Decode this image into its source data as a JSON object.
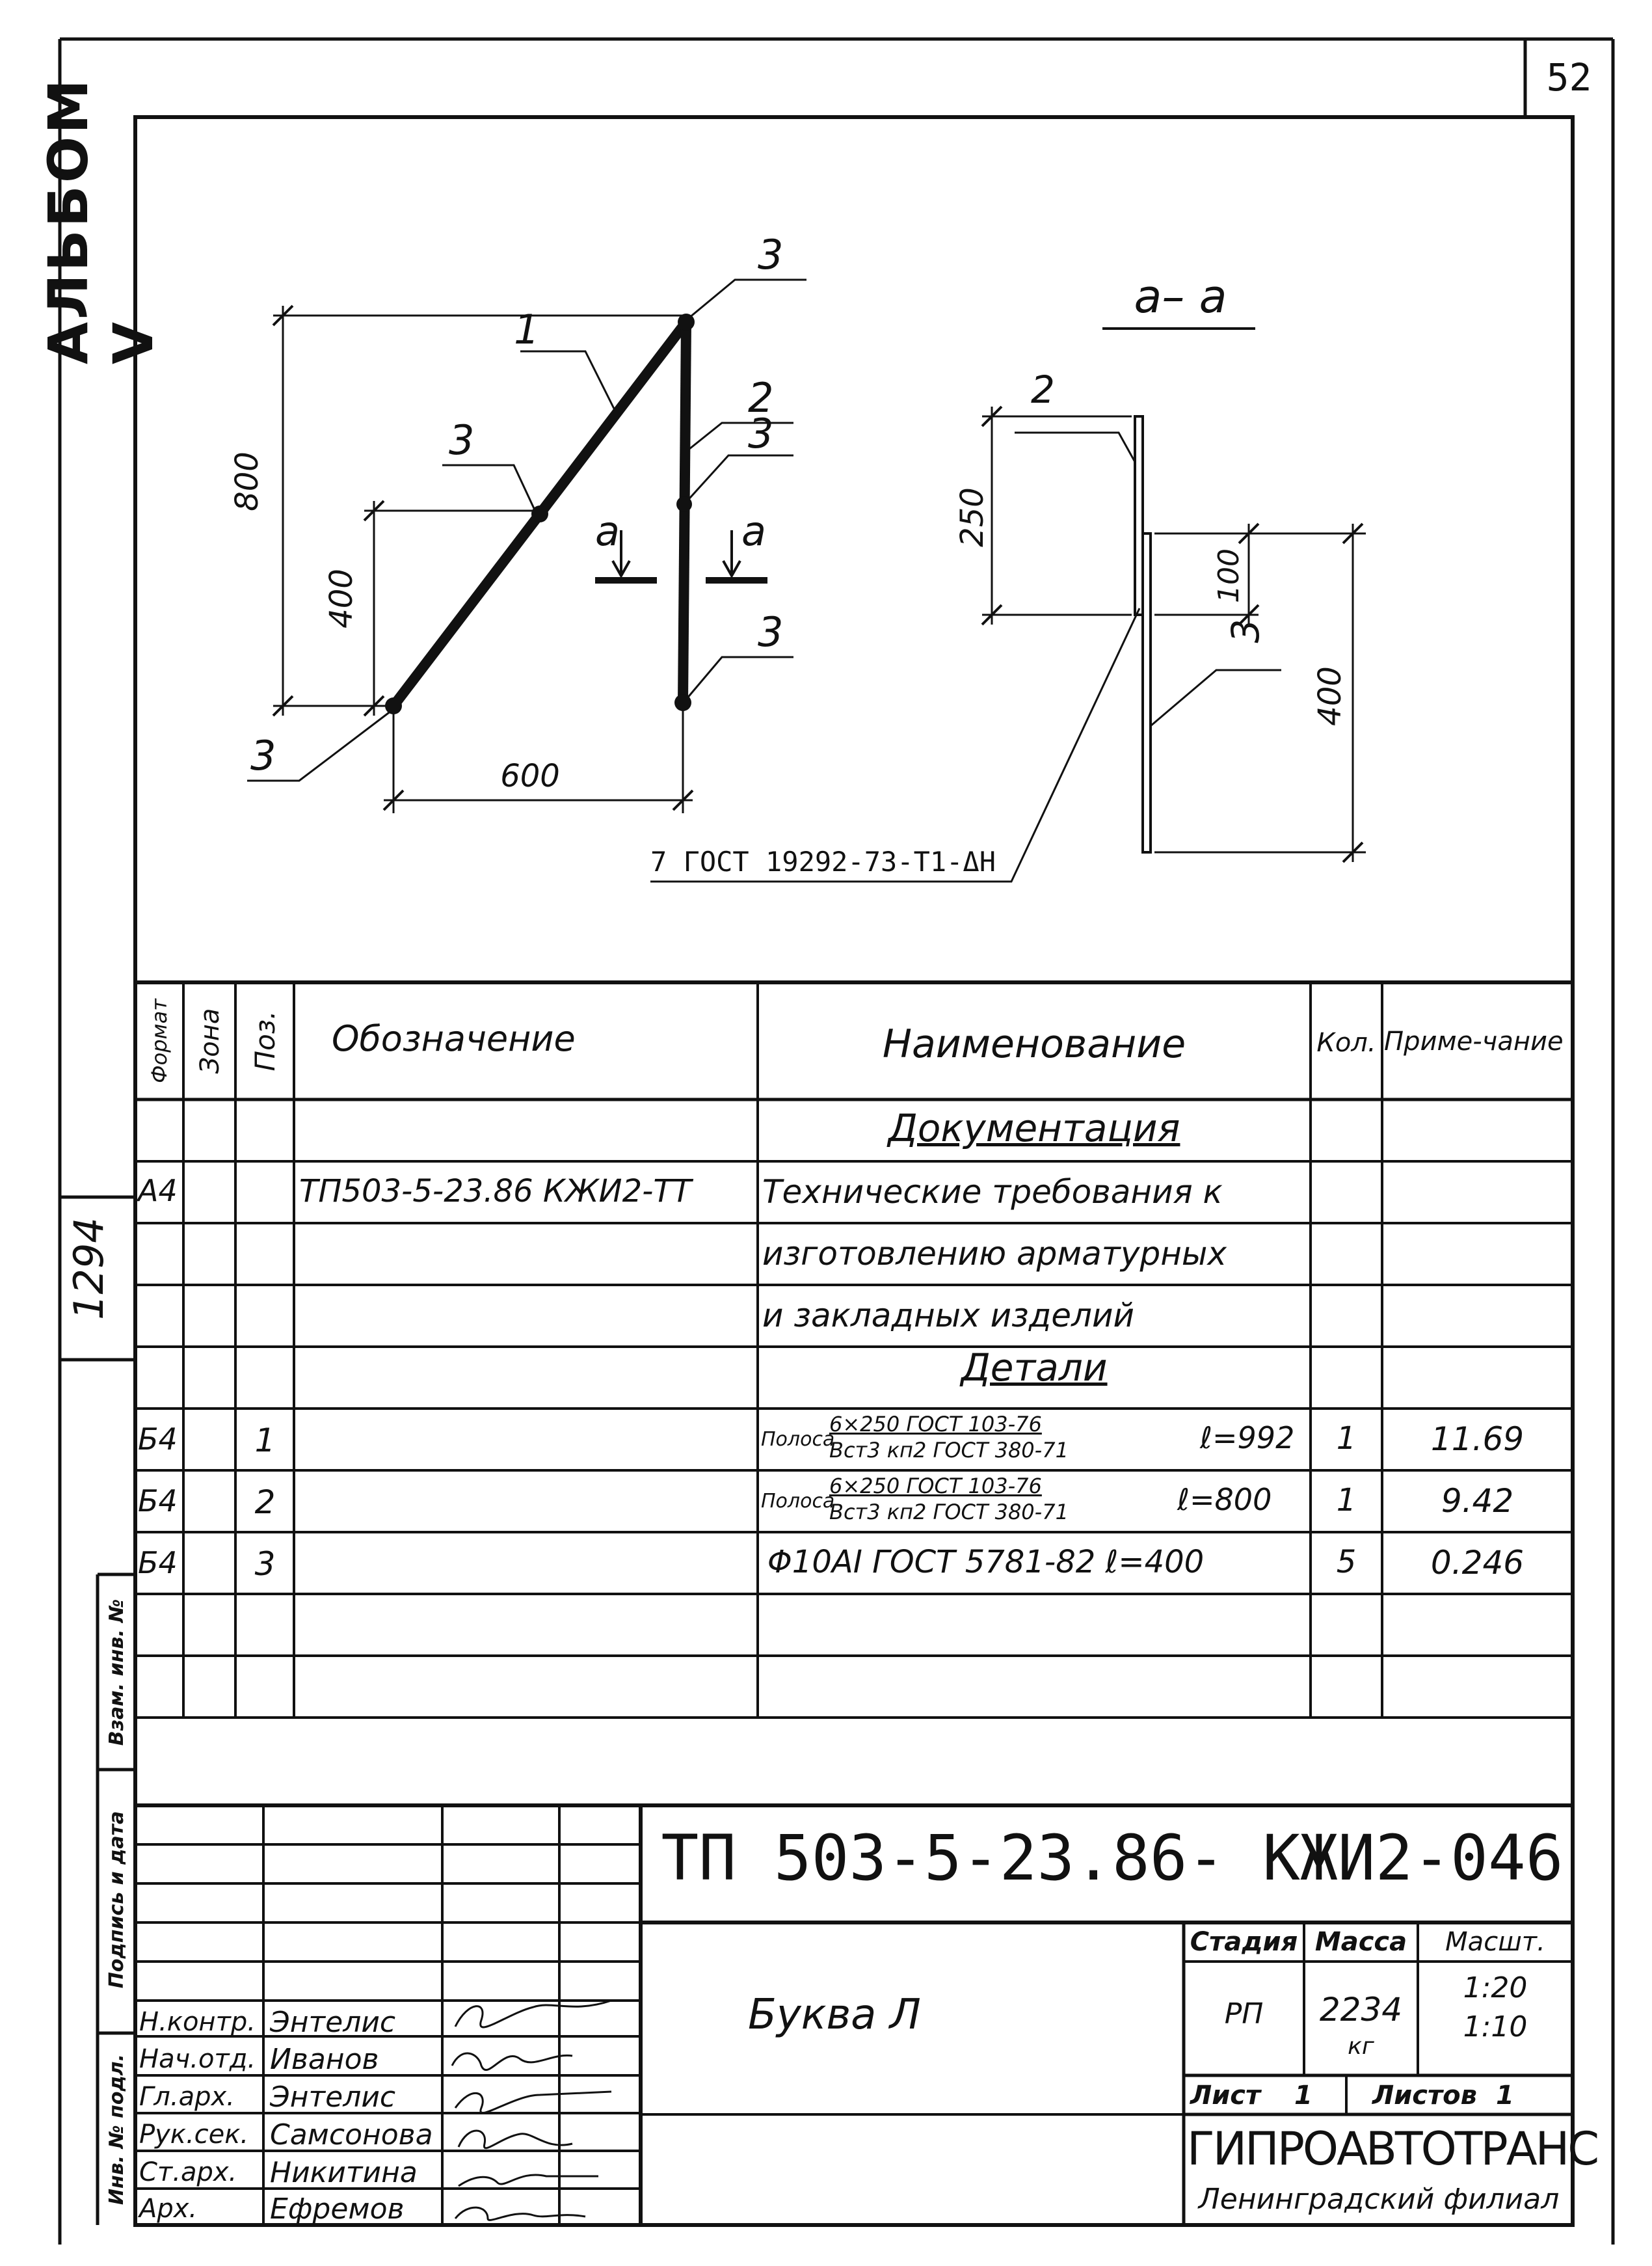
{
  "sheet": {
    "page_number": "52",
    "album_label": "АЛЬБОМ V",
    "margin_number": "1294",
    "margin_labels": [
      "Инв. № подл.",
      "Подпись и дата",
      "Взам. инв. №"
    ]
  },
  "drawing": {
    "dims": {
      "d800": "800",
      "d400": "400",
      "d600": "600",
      "d250": "250",
      "d100": "100",
      "d400b": "400"
    },
    "pos_labels": {
      "p1": "1",
      "p2": "2",
      "p3a": "3",
      "p3b": "3",
      "p3c": "3",
      "p3d": "3",
      "p3e": "3",
      "p2s": "2",
      "p3s": "3"
    },
    "section_marker": "а",
    "section_title": "а– а",
    "weld_note": "7 ГОСТ 19292-73-Т1-ΔН"
  },
  "spec": {
    "headers": {
      "format": "Формат",
      "zone": "Зона",
      "pos": "Поз.",
      "designation": "Обозначение",
      "name": "Наименование",
      "qty": "Кол.",
      "note": "Приме-чание"
    },
    "section_docs": "Документация",
    "doc_row": {
      "format": "А4",
      "designation": "ТП503-5-23.86 КЖИ2-ТТ",
      "name_lines": [
        "Технические требования к",
        "изготовлению арматурных",
        "и закладных изделий"
      ]
    },
    "section_parts": "Детали",
    "rows": [
      {
        "format": "Б4",
        "pos": "1",
        "prefix": "Полоса",
        "num": "6×250 ГОСТ 103-76",
        "den": "Вст3 кп2 ГОСТ 380-71",
        "len": "ℓ=992",
        "qty": "1",
        "note": "11.69"
      },
      {
        "format": "Б4",
        "pos": "2",
        "prefix": "Полоса",
        "num": "6×250 ГОСТ 103-76",
        "den": "Вст3 кп2 ГОСТ 380-71",
        "len": "ℓ=800",
        "qty": "1",
        "note": "9.42"
      },
      {
        "format": "Б4",
        "pos": "3",
        "name": "Φ10АI ГОСТ 5781-82 ℓ=400",
        "qty": "5",
        "note": "0.246"
      }
    ]
  },
  "title_block": {
    "code": "ТП 503-5-23.86- КЖИ2-046",
    "name": "Буква Л",
    "stage_label": "Стадия",
    "mass_label": "Масса",
    "scale_label": "Масшт.",
    "stage": "РП",
    "mass": "2234",
    "mass_unit": "кг",
    "scale1": "1:20",
    "scale2": "1:10",
    "sheet_label": "Лист",
    "sheet_no": "1",
    "sheets_label": "Листов",
    "sheets_no": "1",
    "org": "ГИПРОАВТОТРАНС",
    "branch": "Ленинградский филиал",
    "signers": [
      {
        "role": "Н.контр.",
        "name": "Энтелис"
      },
      {
        "role": "Нач.отд.",
        "name": "Иванов"
      },
      {
        "role": "Гл.арх.",
        "name": "Энтелис"
      },
      {
        "role": "Рук.сек.",
        "name": "Самсонова"
      },
      {
        "role": "Ст.арх.",
        "name": "Никитина"
      },
      {
        "role": "Арх.",
        "name": "Ефремов"
      }
    ]
  }
}
